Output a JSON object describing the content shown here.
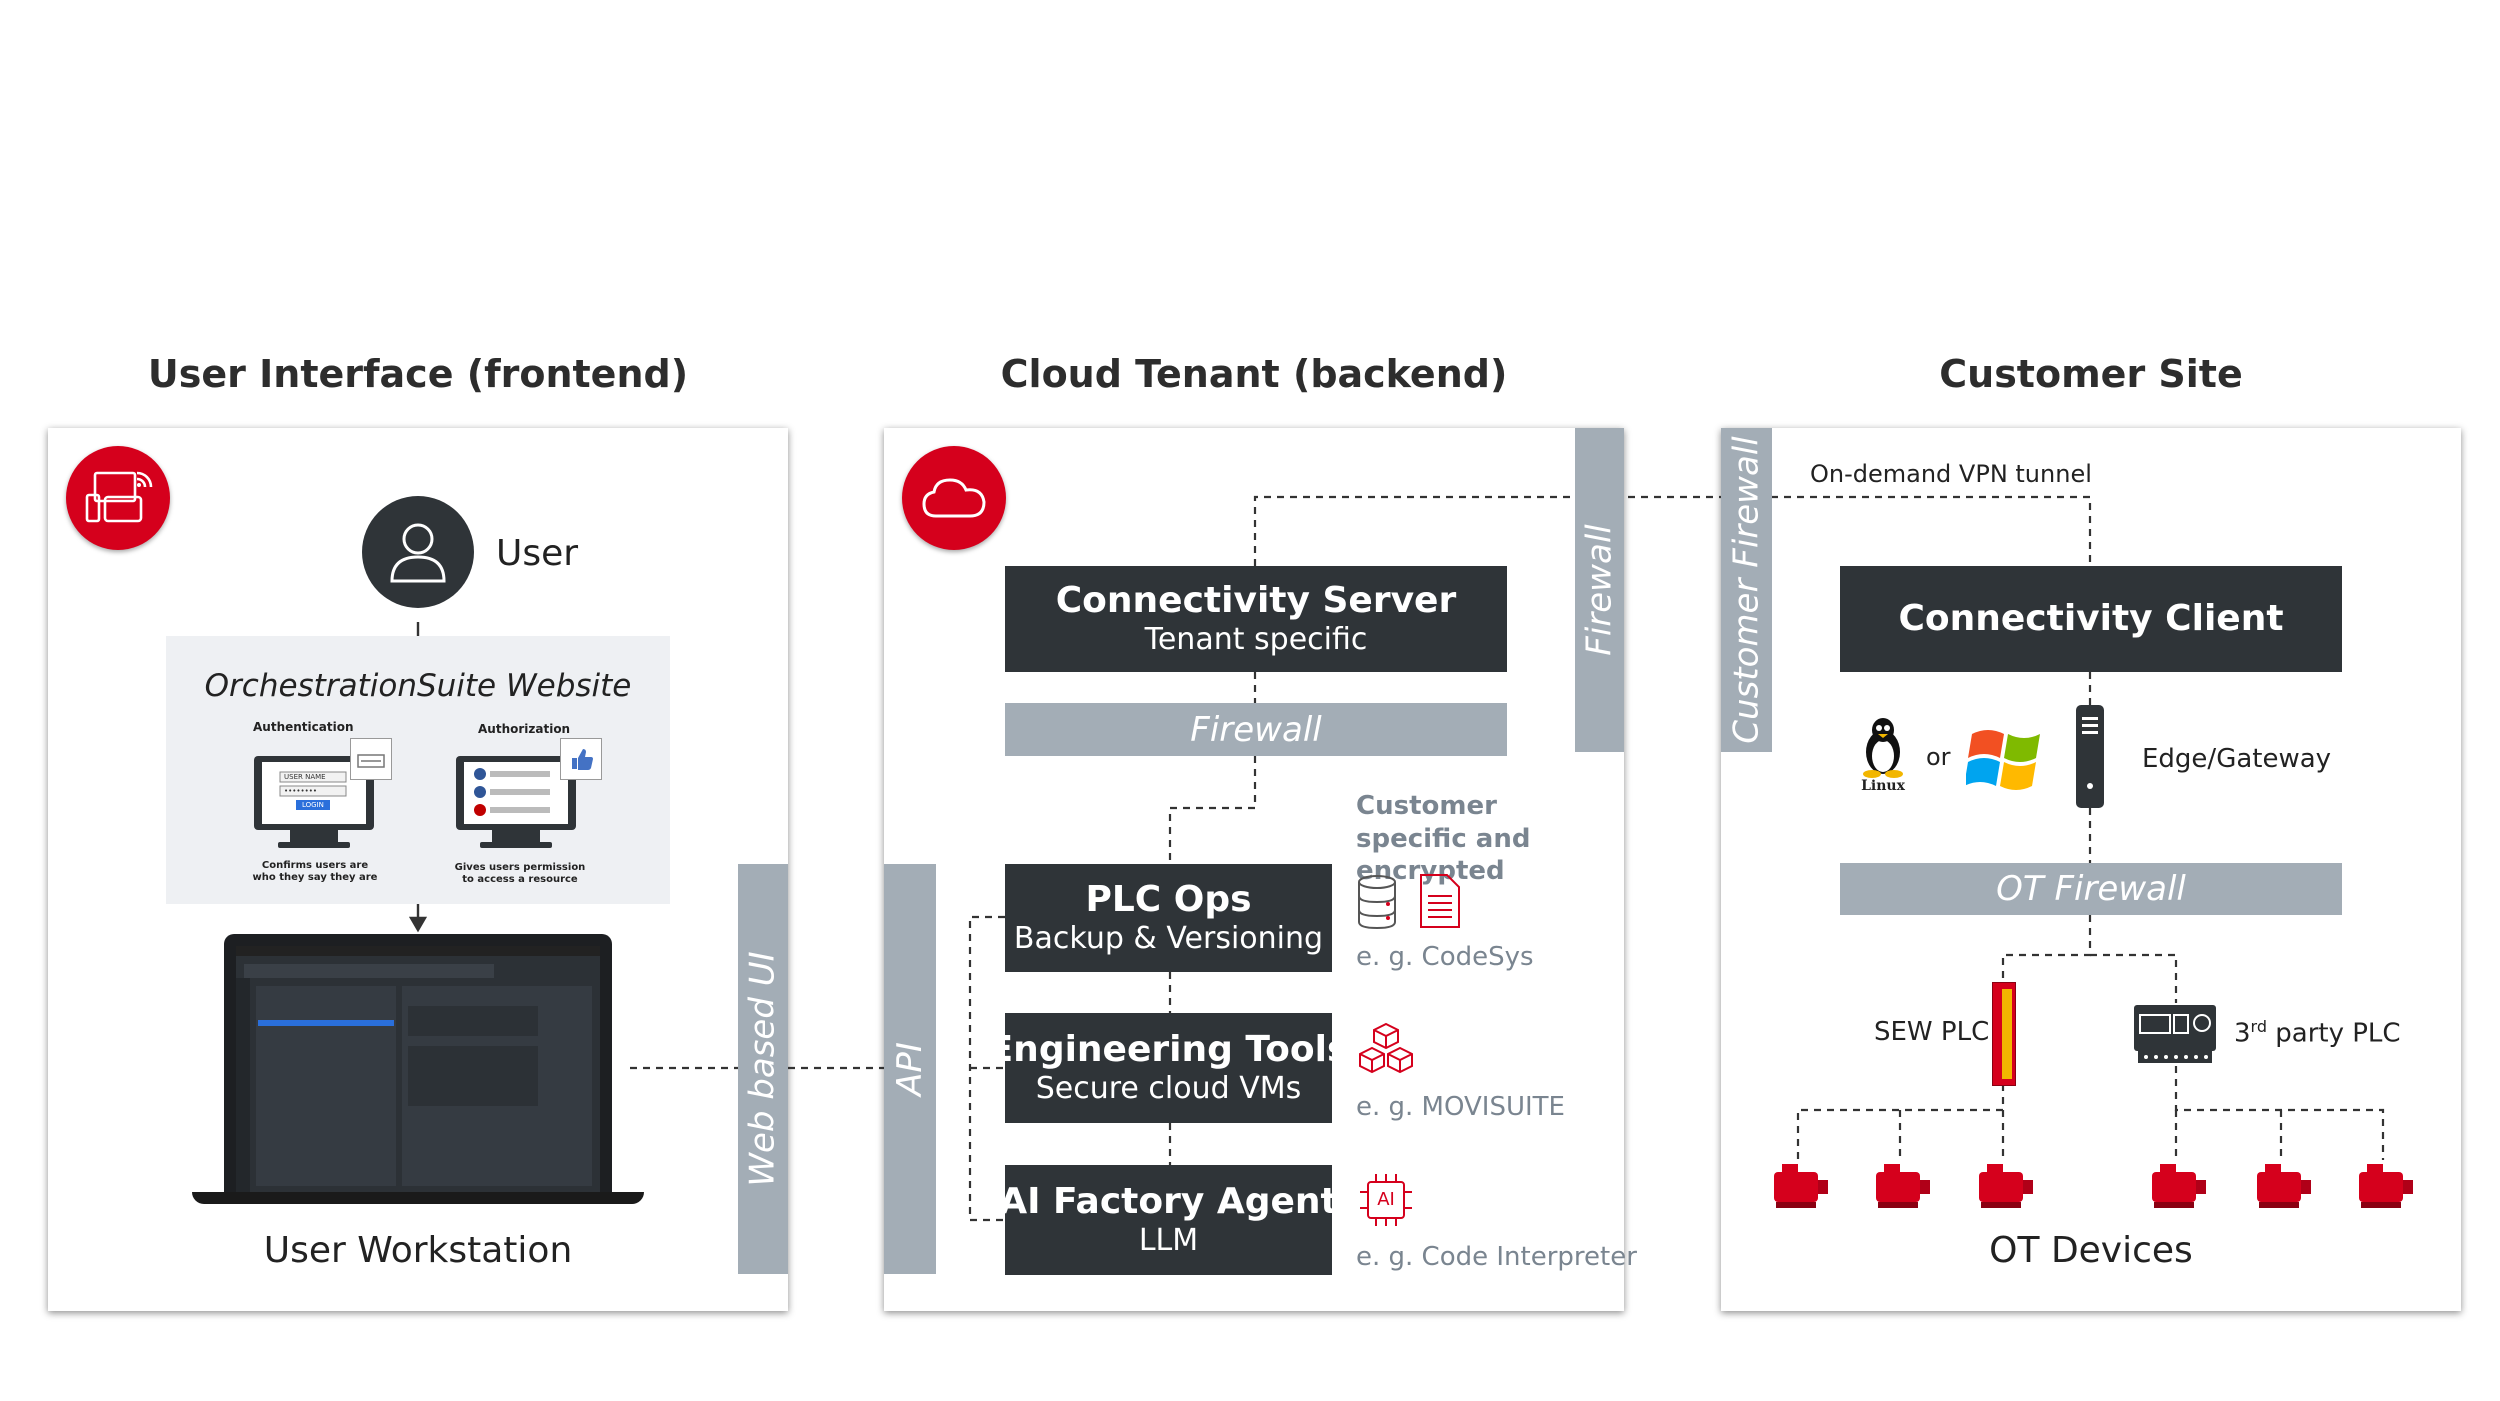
{
  "columns": {
    "frontend_title": "User Interface (frontend)",
    "backend_title": "Cloud Tenant (backend)",
    "customer_title": "Customer Site"
  },
  "frontend": {
    "user_label": "User",
    "website_title": "OrchestrationSuite Website",
    "auth_heading": "Authentication",
    "auth_caption": "Confirms users are who they say they are",
    "authz_heading": "Authorization",
    "authz_caption": "Gives users permission to access a resource",
    "login_user_name": "USER NAME",
    "login_password": "••••••••",
    "login_button": "LOGIN",
    "workstation_label": "User Workstation",
    "web_ui_label": "Web based UI"
  },
  "backend": {
    "connectivity_server_title": "Connectivity Server",
    "connectivity_server_sub": "Tenant specific",
    "firewall_label": "Firewall",
    "firewall_vertical_label": "Firewall",
    "api_label": "API",
    "encrypted_note": "Customer specific and encrypted",
    "plc_ops_title": "PLC Ops",
    "plc_ops_sub": "Backup & Versioning",
    "plc_ops_example": "e. g. CodeSys",
    "eng_tools_title": "Engineering Tools",
    "eng_tools_sub": "Secure cloud VMs",
    "eng_tools_example": "e. g. MOVISUITE",
    "ai_agent_title": "AI Factory Agent",
    "ai_agent_sub": "LLM",
    "ai_agent_example": "e. g. Code Interpreter",
    "ai_icon_text": "AI"
  },
  "customer": {
    "customer_firewall_label": "Customer Firewall",
    "vpn_label": "On-demand VPN tunnel",
    "connectivity_client_title": "Connectivity Client",
    "linux_label": "Linux",
    "or_label": "or",
    "edge_gateway_label": "Edge/Gateway",
    "ot_firewall_label": "OT Firewall",
    "sew_plc_label": "SEW PLC",
    "third_party_prefix": "3",
    "third_party_sup": "rd",
    "third_party_suffix": " party PLC",
    "ot_devices_label": "OT Devices"
  },
  "colors": {
    "brand_red": "#d5001c",
    "dark_box": "#2f3438",
    "grey_bar": "#a3adb6",
    "website_bg": "#eef0f3"
  }
}
